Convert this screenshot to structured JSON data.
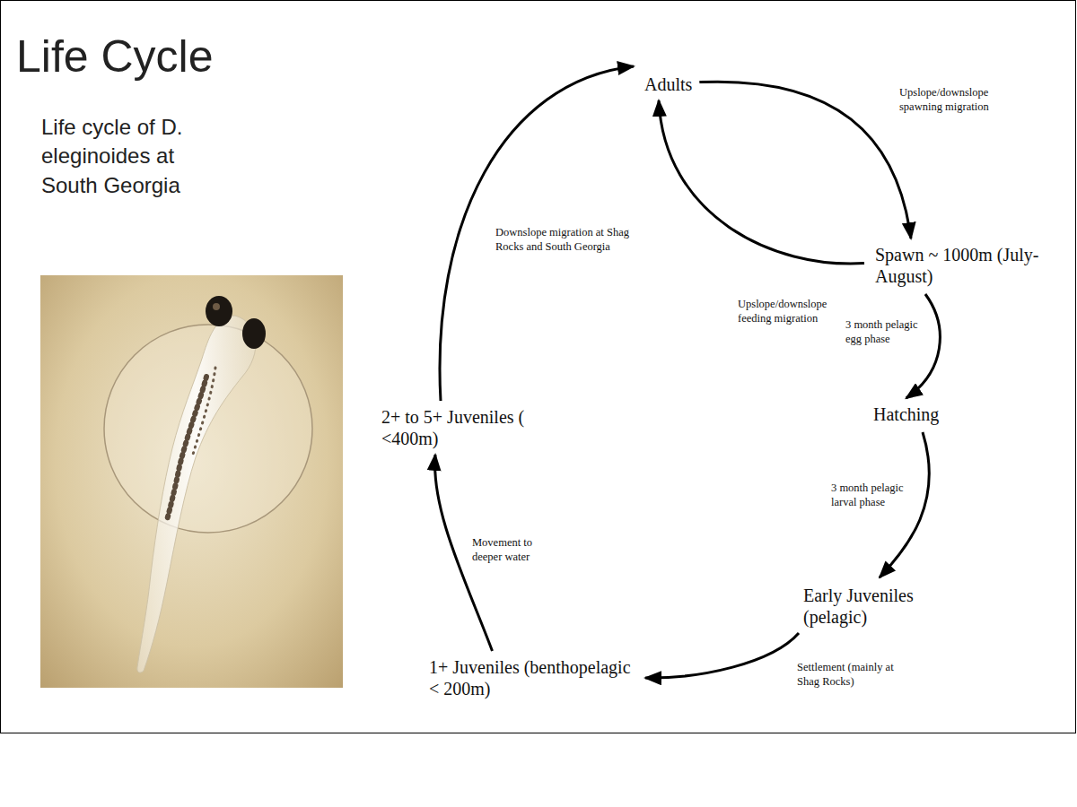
{
  "diagram": {
    "title": "Life Cycle",
    "caption": "Life cycle of D. eleginoides at South Georgia",
    "nodes": [
      {
        "text": [
          "Adults"
        ]
      },
      {
        "text": [
          "Spawn ~ 1000m (July-August)"
        ]
      },
      {
        "text": [
          "Hatching"
        ]
      },
      {
        "text": [
          "Early Juveniles (pelagic)"
        ]
      },
      {
        "text": [
          "1+ Juveniles (benthopelagic < 200m)"
        ]
      },
      {
        "text": [
          "2+ to 5+ Juveniles ( <400m)"
        ]
      }
    ],
    "edges": [
      {
        "from": 0,
        "to": 1,
        "arrow": "to",
        "label": "Upslope/downslope spawning migration"
      },
      {
        "from": 1,
        "to": 0,
        "arrow": "to",
        "label": "Upslope/downslope feeding migration"
      },
      {
        "from": 1,
        "to": 2,
        "arrow": "to",
        "label": "3 month pelagic egg phase"
      },
      {
        "from": 2,
        "to": 3,
        "arrow": "to",
        "label": "3 month pelagic larval phase"
      },
      {
        "from": 3,
        "to": 4,
        "arrow": "to",
        "label": "Settlement (mainly at Shag Rocks)"
      },
      {
        "from": 4,
        "to": 5,
        "arrow": "to",
        "label": "Movement to deeper water"
      },
      {
        "from": 5,
        "to": 0,
        "arrow": "to",
        "label": "Downslope migration at Shag Rocks and South Georgia"
      }
    ]
  }
}
